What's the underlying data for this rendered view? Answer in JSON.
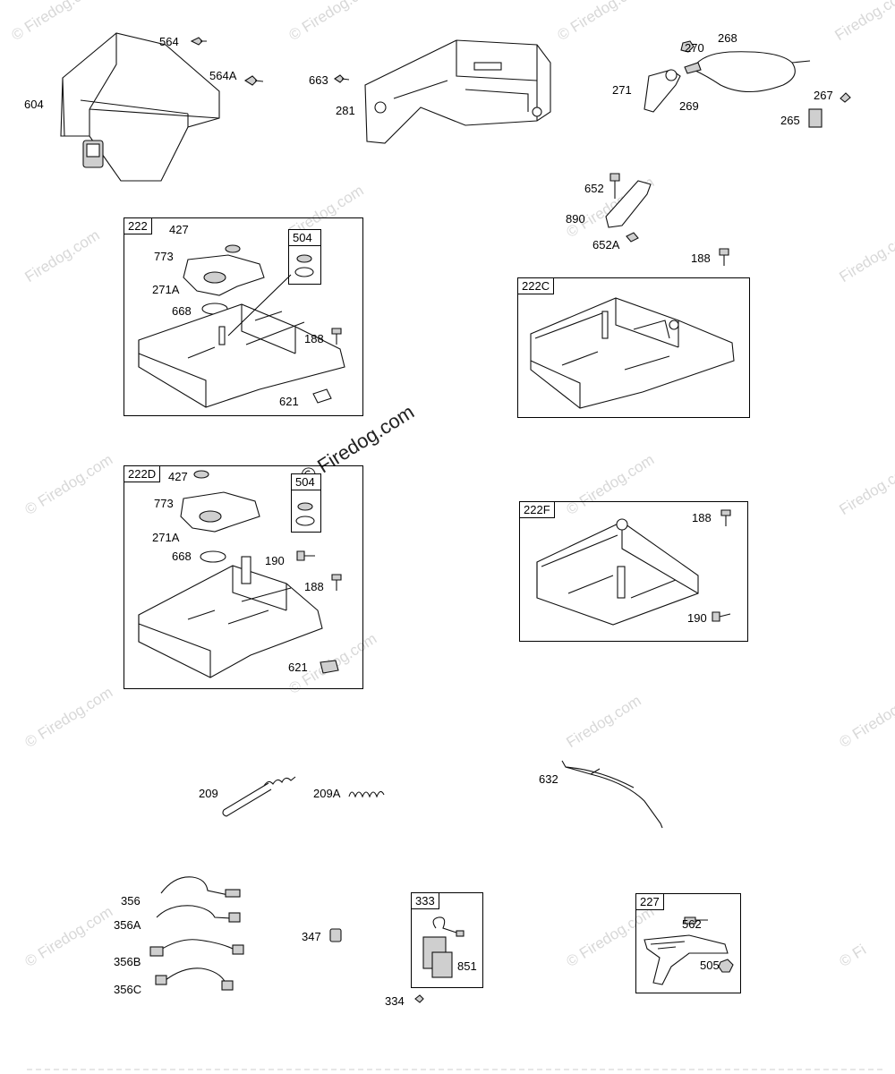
{
  "watermarks": [
    {
      "text": "© Firedog.com"
    },
    {
      "text": "© Firedog.com"
    },
    {
      "text": "© Firedog.com"
    },
    {
      "text": "Firedog.com"
    },
    {
      "text": "Firedog.com"
    },
    {
      "text": "Firedog.com"
    },
    {
      "text": "© Firedog.com"
    },
    {
      "text": "Firedog.com"
    },
    {
      "text": "© Firedog.com"
    },
    {
      "text": "© Firedog.com"
    },
    {
      "text": "Firedog.com"
    },
    {
      "text": "© Firedog.com"
    },
    {
      "text": "© Firedog.com"
    },
    {
      "text": "Firedog.com"
    },
    {
      "text": "© Firedog.com"
    },
    {
      "text": "© Firedog.com"
    },
    {
      "text": "© Firedog.com"
    },
    {
      "text": "© Fi"
    }
  ],
  "center_watermark": "© Firedog.com",
  "part_labels": {
    "p604": "604",
    "p564": "564",
    "p564a": "564A",
    "p663": "663",
    "p281": "281",
    "p270": "270",
    "p268": "268",
    "p271": "271",
    "p269": "269",
    "p267": "267",
    "p265": "265",
    "p652": "652",
    "p890": "890",
    "p652a": "652A",
    "p188_top": "188",
    "p209": "209",
    "p209a": "209A",
    "p632": "632",
    "p356": "356",
    "p356a": "356A",
    "p356b": "356B",
    "p356c": "356C",
    "p347": "347",
    "p334": "334"
  },
  "assemblies": {
    "a222": {
      "tag": "222",
      "l427": "427",
      "l773": "773",
      "l271a": "271A",
      "l668": "668",
      "l188": "188",
      "l621": "621",
      "sub": "504"
    },
    "a222c": {
      "tag": "222C"
    },
    "a222d": {
      "tag": "222D",
      "l427": "427",
      "l773": "773",
      "l271a": "271A",
      "l668": "668",
      "l190": "190",
      "l188": "188",
      "l621": "621",
      "sub": "504"
    },
    "a222f": {
      "tag": "222F",
      "l188": "188",
      "l190": "190"
    },
    "a333": {
      "tag": "333",
      "l851": "851"
    },
    "a227": {
      "tag": "227",
      "l562": "562",
      "l505": "505"
    }
  }
}
